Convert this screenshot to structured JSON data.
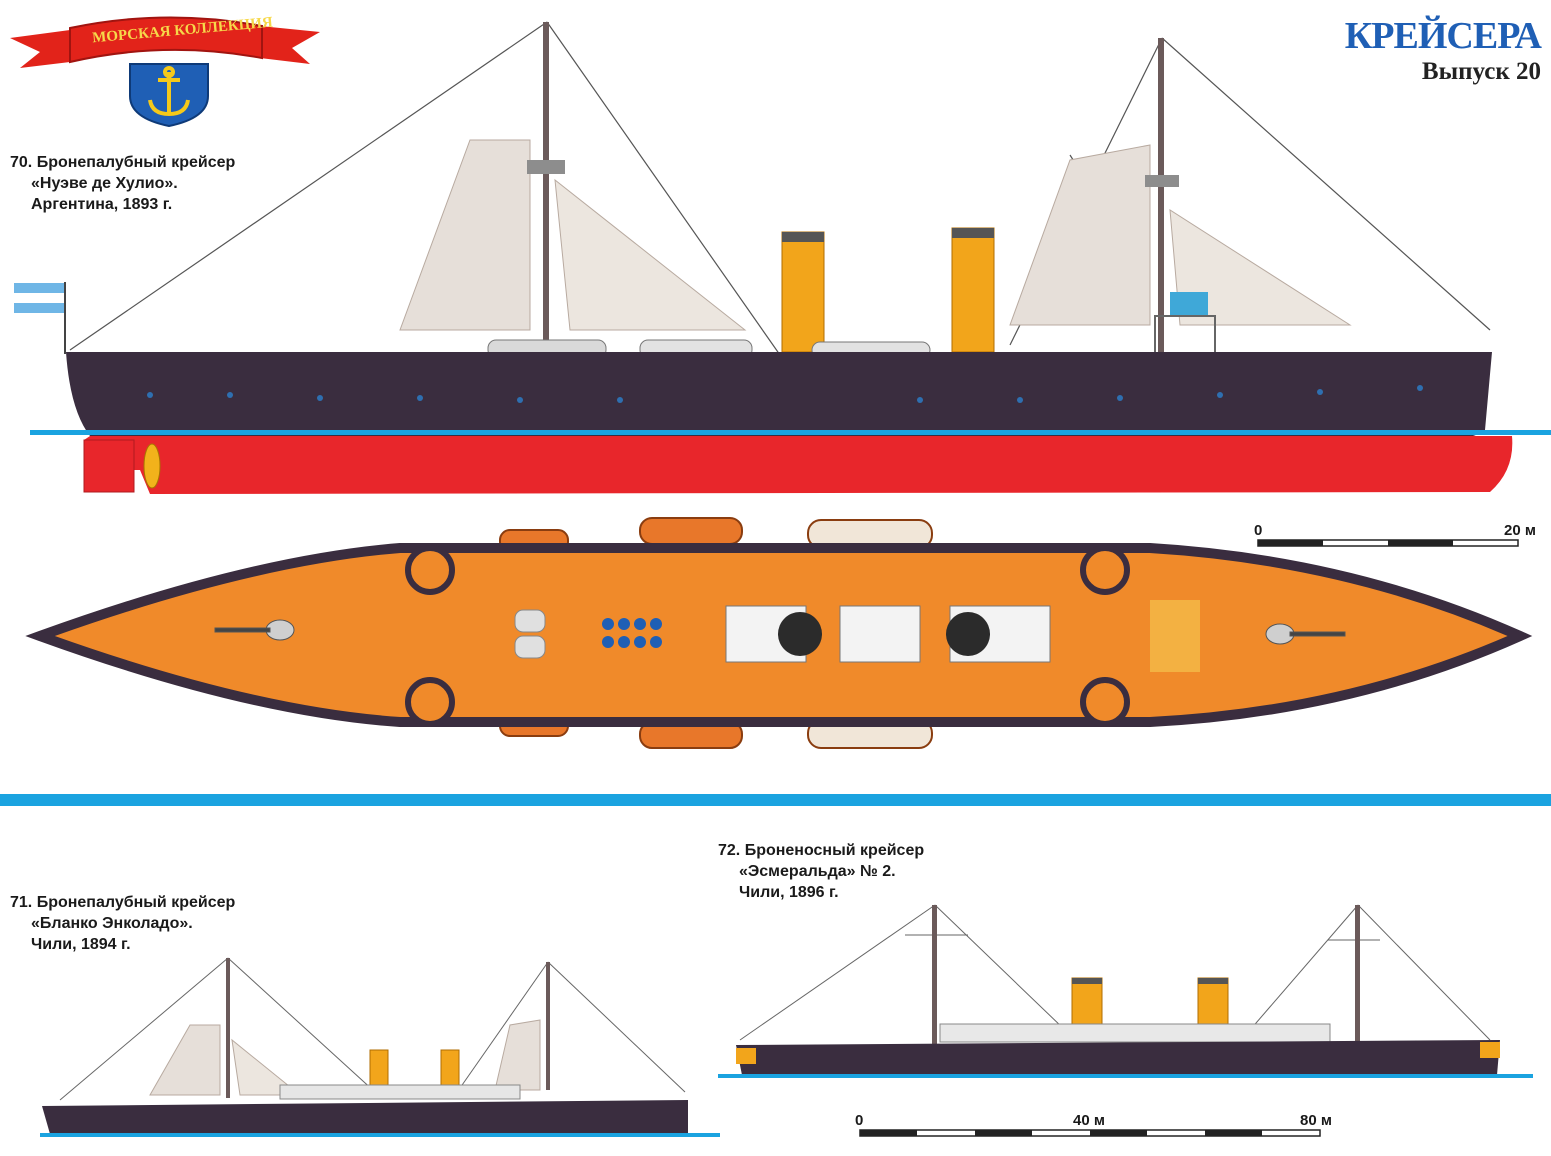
{
  "header": {
    "banner_text": "МОРСКАЯ КОЛЛЕКЦИЯ",
    "series_title": "КРЕЙСЕРА",
    "issue": "Выпуск 20"
  },
  "ships": [
    {
      "number_title": "70. Бронепалубный крейсер",
      "name": "«Нуэве де Хулио».",
      "country_year": "Аргентина, 1893 г."
    },
    {
      "number_title": "71. Бронепалубный крейсер",
      "name": "«Бланко Энколадо».",
      "country_year": "Чили, 1894 г."
    },
    {
      "number_title": "72. Броненосный крейсер",
      "name": "«Эсмеральда» № 2.",
      "country_year": "Чили, 1896 г."
    }
  ],
  "scales": {
    "upper": {
      "start": "0",
      "end": "20 м"
    },
    "lower": {
      "start": "0",
      "mid": "40 м",
      "end": "80 м"
    }
  },
  "colors": {
    "hull": "#3a2d3f",
    "waterline_red": "#e8262b",
    "funnel": "#f2a51b",
    "deck": "#f08a2a",
    "water": "#1aa3e0",
    "title_blue": "#1f5fb5"
  }
}
